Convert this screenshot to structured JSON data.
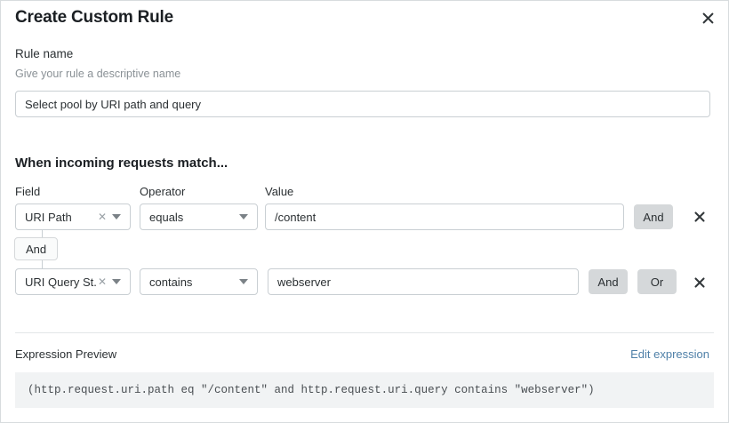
{
  "dialog": {
    "title": "Create Custom Rule",
    "close_icon": "close-icon"
  },
  "rule_name": {
    "label": "Rule name",
    "helper": "Give your rule a descriptive name",
    "value": "Select pool by URI path and query",
    "placeholder": "Rule name"
  },
  "match_section": {
    "heading": "When incoming requests match...",
    "columns": {
      "field": "Field",
      "operator": "Operator",
      "value": "Value"
    },
    "connector": "And",
    "rows": [
      {
        "field": "URI Path",
        "field_clear_icon": "clear-icon",
        "operator": "equals",
        "value": "/content",
        "buttons": [
          "And"
        ],
        "delete_icon": "close-icon"
      },
      {
        "field": "URI Query St...",
        "field_clear_icon": "clear-icon",
        "operator": "contains",
        "value": "webserver",
        "buttons": [
          "And",
          "Or"
        ],
        "delete_icon": "close-icon"
      }
    ]
  },
  "preview": {
    "label": "Expression Preview",
    "edit_link": "Edit expression",
    "expression": "(http.request.uri.path eq \"/content\" and http.request.uri.query contains \"webserver\")"
  },
  "colors": {
    "link": "#4f80a8",
    "button_bg": "#d5d8da",
    "expr_bg": "#f1f3f4",
    "border": "#c9cfd3"
  }
}
